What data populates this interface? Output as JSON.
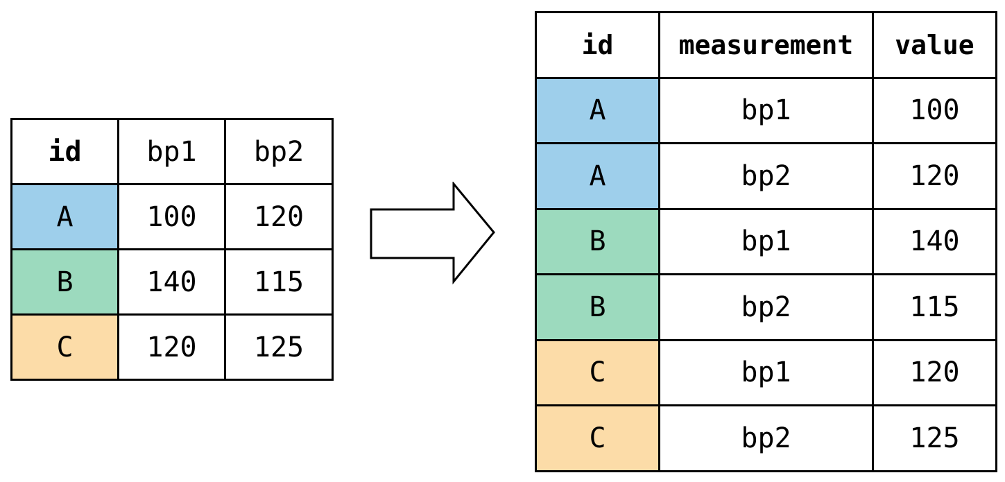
{
  "colors": {
    "A": "#9ecfeb",
    "B": "#9cdabe",
    "C": "#fcdca8"
  },
  "wide_table": {
    "headers": [
      "id",
      "bp1",
      "bp2"
    ],
    "rows": [
      {
        "id": "A",
        "bp1": "100",
        "bp2": "120"
      },
      {
        "id": "B",
        "bp1": "140",
        "bp2": "115"
      },
      {
        "id": "C",
        "bp1": "120",
        "bp2": "125"
      }
    ]
  },
  "arrow_icon": "right-arrow-icon",
  "long_table": {
    "headers": [
      "id",
      "measurement",
      "value"
    ],
    "rows": [
      {
        "id": "A",
        "measurement": "bp1",
        "value": "100"
      },
      {
        "id": "A",
        "measurement": "bp2",
        "value": "120"
      },
      {
        "id": "B",
        "measurement": "bp1",
        "value": "140"
      },
      {
        "id": "B",
        "measurement": "bp2",
        "value": "115"
      },
      {
        "id": "C",
        "measurement": "bp1",
        "value": "120"
      },
      {
        "id": "C",
        "measurement": "bp2",
        "value": "125"
      }
    ]
  }
}
